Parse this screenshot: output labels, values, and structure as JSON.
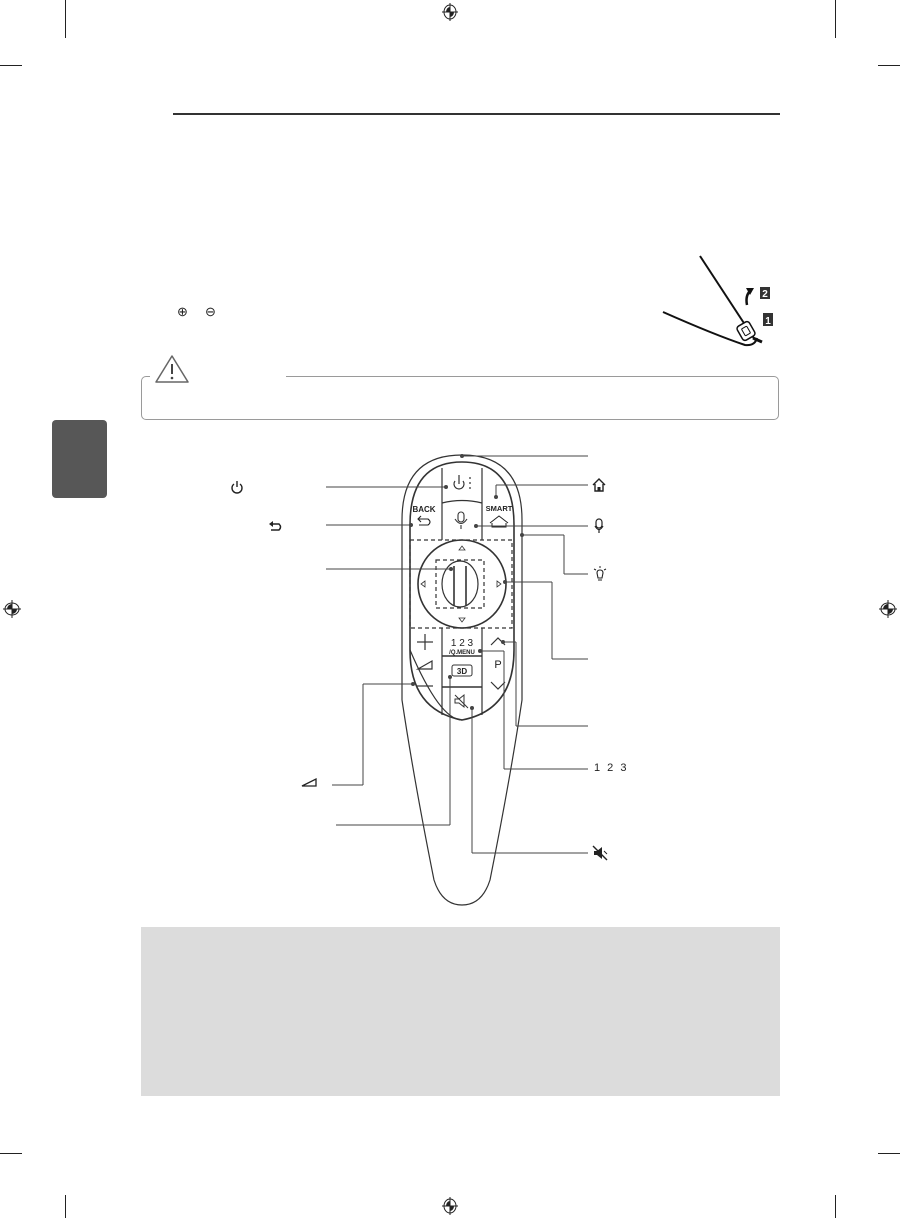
{
  "page": {
    "background": "#ffffff",
    "side_tab_color": "#575757",
    "note_box_color": "#dcdcdc"
  },
  "battery_instructions": {
    "plus_icon": "⊕",
    "minus_icon": "⊖",
    "illustration_steps": [
      "1",
      "2"
    ]
  },
  "caution": {
    "icon": "warning-triangle-icon"
  },
  "remote_diagram": {
    "buttons": {
      "back_label": "BACK",
      "smart_label": "SMART",
      "num_label": "1 2 3",
      "qmenu_label": "/Q.MENU",
      "p_label": "P",
      "threed_label": "3D"
    },
    "callouts_left": [
      {
        "icon": "⏻",
        "name": "power"
      },
      {
        "icon": "⮌",
        "name": "back"
      },
      {
        "icon": "",
        "name": "wheel"
      },
      {
        "icon": "◿",
        "name": "volume"
      },
      {
        "icon": "",
        "name": "3d"
      }
    ],
    "callouts_right": [
      {
        "icon": "",
        "name": "top"
      },
      {
        "icon": "⌂",
        "name": "home"
      },
      {
        "icon": "🎙",
        "name": "voice"
      },
      {
        "icon": "☼",
        "name": "indicator"
      },
      {
        "icon": "",
        "name": "navigation"
      },
      {
        "icon": "",
        "name": "program"
      },
      {
        "icon": "1 2 3",
        "name": "numbers"
      },
      {
        "icon": "🔇",
        "name": "mute"
      }
    ]
  }
}
